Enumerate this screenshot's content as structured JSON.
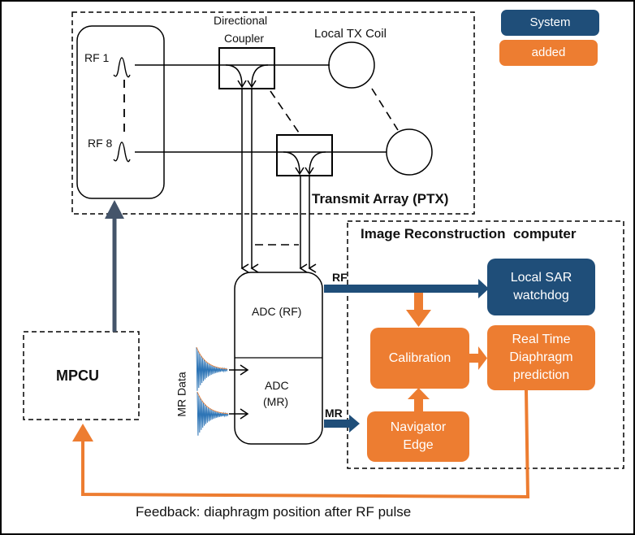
{
  "legend": {
    "items": [
      {
        "label": "System",
        "color": "#1f4e79"
      },
      {
        "label": "added",
        "color": "#ed7d31"
      }
    ]
  },
  "transmit_array": {
    "title": "Transmit Array (PTX)",
    "rf_sources": [
      "RF 1",
      "RF 8"
    ],
    "coupler_label_line1": "Directional",
    "coupler_label_line2": "Coupler",
    "coil_label": "Local TX Coil"
  },
  "adc": {
    "rf_label": "ADC (RF)",
    "mr_label_line1": "ADC",
    "mr_label_line2": "(MR)",
    "mr_data_label": "MR Data"
  },
  "signals": {
    "rf": "RF",
    "mr": "MR"
  },
  "mpcu": {
    "label": "MPCU"
  },
  "reconstruction": {
    "title": "Image Reconstruction  computer",
    "sar_line1": "Local SAR",
    "sar_line2": "watchdog",
    "calibration": "Calibration",
    "prediction_line1": "Real Time",
    "prediction_line2": "Diaphragm",
    "prediction_line3": "prediction",
    "navigator_line1": "Navigator",
    "navigator_line2": "Edge"
  },
  "feedback": {
    "label": "Feedback: diaphragm position after RF pulse"
  },
  "colors": {
    "system": "#1f4e79",
    "added": "#ed7d31",
    "mpcu_arrow": "#44546a",
    "mr_signal": "#2e75b6"
  }
}
